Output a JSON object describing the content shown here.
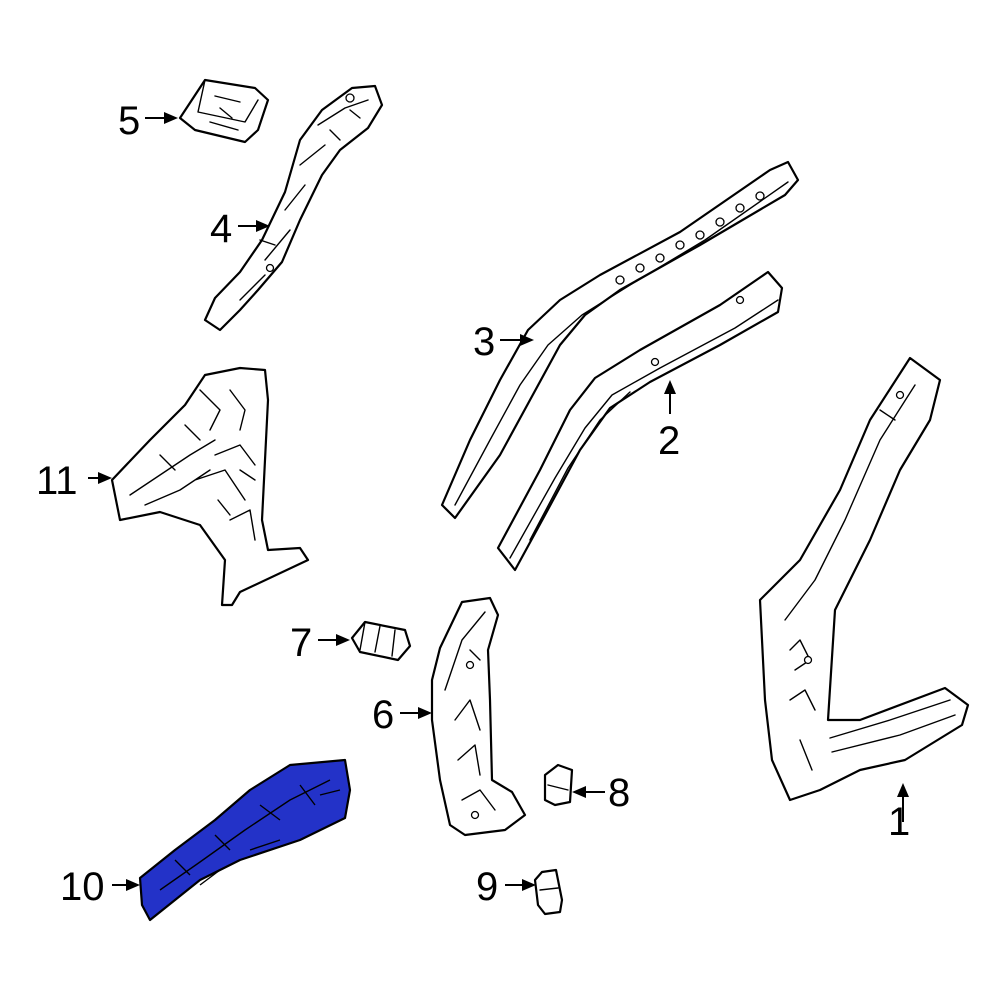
{
  "diagram": {
    "highlight_color": "#2332c8",
    "callouts": [
      {
        "id": "1",
        "label": "1"
      },
      {
        "id": "2",
        "label": "2"
      },
      {
        "id": "3",
        "label": "3"
      },
      {
        "id": "4",
        "label": "4"
      },
      {
        "id": "5",
        "label": "5"
      },
      {
        "id": "6",
        "label": "6"
      },
      {
        "id": "7",
        "label": "7"
      },
      {
        "id": "8",
        "label": "8"
      },
      {
        "id": "9",
        "label": "9"
      },
      {
        "id": "10",
        "label": "10"
      },
      {
        "id": "11",
        "label": "11"
      }
    ],
    "highlighted_part": "10"
  }
}
